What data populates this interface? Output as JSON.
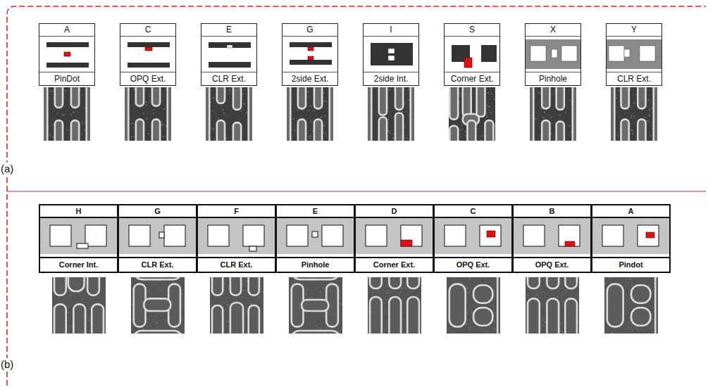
{
  "diagram": {
    "nodes": [
      {
        "text": [
          "A",
          "PinDot"
        ]
      },
      {
        "text": [
          "C",
          "OPQ Ext."
        ]
      },
      {
        "text": [
          "E",
          "CLR Ext."
        ]
      },
      {
        "text": [
          "G",
          "2side Ext."
        ]
      },
      {
        "text": [
          "I",
          "2side Int."
        ]
      },
      {
        "text": [
          "S",
          "Corner Ext."
        ]
      },
      {
        "text": [
          "X",
          "Pinhole"
        ]
      },
      {
        "text": [
          "Y",
          "CLR Ext."
        ]
      },
      {
        "text": [
          "H",
          "Corner Int."
        ]
      },
      {
        "text": [
          "G",
          "CLR Ext."
        ]
      },
      {
        "text": [
          "F",
          "CLR Ext."
        ]
      },
      {
        "text": [
          "E",
          "Pinhole"
        ]
      },
      {
        "text": [
          "D",
          "Corner Ext."
        ]
      },
      {
        "text": [
          "C",
          "OPQ Ext."
        ]
      },
      {
        "text": [
          "B",
          "OPQ Ext."
        ]
      },
      {
        "text": [
          "A",
          "Pindot"
        ]
      }
    ],
    "labels": [
      "(a)",
      "(b)"
    ]
  }
}
